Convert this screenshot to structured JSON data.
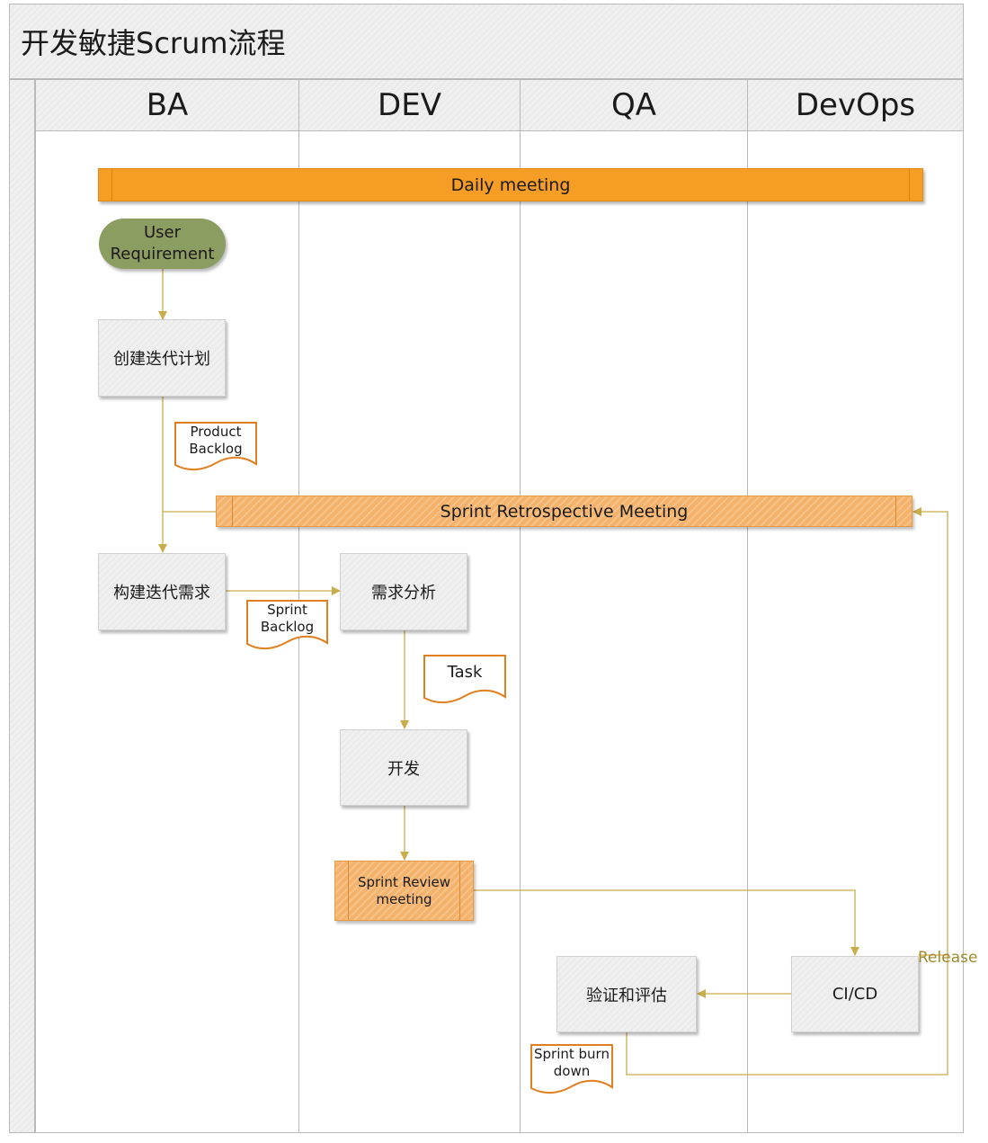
{
  "title": "开发敏捷Scrum流程",
  "lanes": [
    "BA",
    "DEV",
    "QA",
    "DevOps"
  ],
  "daily_meeting": "Daily meeting",
  "retro_meeting": "Sprint Retrospective Meeting",
  "user_requirement": {
    "line1": "User",
    "line2": "Requirement"
  },
  "steps": {
    "create_plan": "创建迭代计划",
    "build_requirements": "构建迭代需求",
    "requirement_analysis": "需求分析",
    "develop": "开发",
    "verify_evaluate": "验证和评估",
    "cicd": "CI/CD"
  },
  "sprint_review": {
    "line1": "Sprint Review",
    "line2": "meeting"
  },
  "documents": {
    "product_backlog": {
      "line1": "Product",
      "line2": "Backlog"
    },
    "sprint_backlog": {
      "line1": "Sprint",
      "line2": "Backlog"
    },
    "task": "Task",
    "sprint_burndown": {
      "line1": "Sprint burn",
      "line2": "down"
    }
  },
  "release_label": "Release",
  "colors": {
    "connector": "#c9ad4c",
    "daily_fill": "#f59d24",
    "retro_fill": "#f4b26a",
    "terminator_fill": "#8c9d62",
    "doc_border": "#e07f1f"
  }
}
